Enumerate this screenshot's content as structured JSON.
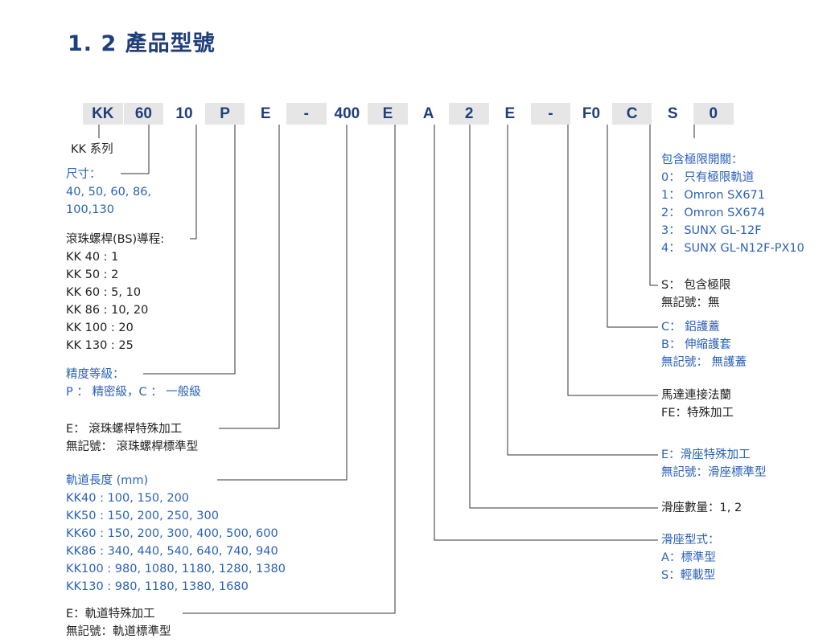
{
  "title": "1. 2 產品型號",
  "code": [
    {
      "text": "KK",
      "shade": true
    },
    {
      "text": "60",
      "shade": true
    },
    {
      "text": "10",
      "shade": false
    },
    {
      "text": "P",
      "shade": true
    },
    {
      "text": "E",
      "shade": false
    },
    {
      "text": "-",
      "shade": true
    },
    {
      "text": "400",
      "shade": false
    },
    {
      "text": "E",
      "shade": true
    },
    {
      "text": "A",
      "shade": false
    },
    {
      "text": "2",
      "shade": true
    },
    {
      "text": "E",
      "shade": false
    },
    {
      "text": "-",
      "shade": true
    },
    {
      "text": "F0",
      "shade": false
    },
    {
      "text": "C",
      "shade": true
    },
    {
      "text": "S",
      "shade": false
    },
    {
      "text": "0",
      "shade": true
    }
  ],
  "left": {
    "series": "KK 系列",
    "size": {
      "head": "尺寸：",
      "lines": [
        "40, 50, 60, 86,",
        "100,130"
      ]
    },
    "lead": {
      "head": "滾珠螺桿(BS)導程:",
      "lines": [
        "KK 40 : 1",
        "KK 50 : 2",
        "KK 60 :  5, 10",
        "KK 86 :  10, 20",
        "KK 100 :  20",
        "KK 130 :  25"
      ]
    },
    "precision": {
      "head": "精度等級：",
      "lines": [
        "P ： 精密級，C ： 一般級"
      ]
    },
    "screw": {
      "head": "E： 滾珠螺桿特殊加工",
      "lines": [
        "無記號： 滾珠螺桿標準型"
      ]
    },
    "rail": {
      "head": "軌道長度 (mm)",
      "lines": [
        "KK40 : 100, 150, 200",
        "KK50 : 150, 200, 250, 300",
        "KK60 : 150, 200, 300,  400,  500, 600",
        "KK86 : 340, 440, 540, 640, 740, 940",
        "KK100 : 980, 1080, 1180, 1280, 1380",
        "KK130 : 980, 1180, 1380, 1680"
      ]
    },
    "railproc": {
      "head": "E：軌道特殊加工",
      "lines": [
        "無記號：軌道標準型"
      ]
    }
  },
  "right": {
    "limit": {
      "head": "包含極限開關：",
      "lines": [
        "0： 只有極限軌道",
        "1： Omron SX671",
        "2： Omron SX674",
        "3： SUNX GL-12F",
        "4： SUNX GL-N12F-PX10"
      ]
    },
    "sensor": {
      "head": "S： 包含極限",
      "lines": [
        "無記號：無"
      ]
    },
    "cover": {
      "head": "C： 鋁護蓋",
      "lines": [
        "B： 伸縮護套",
        "無記號： 無護蓋"
      ]
    },
    "flange": {
      "head": "馬達連接法蘭",
      "lines": [
        "FE：特殊加工"
      ]
    },
    "block": {
      "head": "E：滑座特殊加工",
      "lines": [
        "無記號：滑座標準型"
      ]
    },
    "qty": {
      "head": "滑座數量：1, 2",
      "lines": []
    },
    "type": {
      "head": "滑座型式：",
      "lines": [
        "A：標準型",
        "S：輕載型"
      ]
    }
  }
}
